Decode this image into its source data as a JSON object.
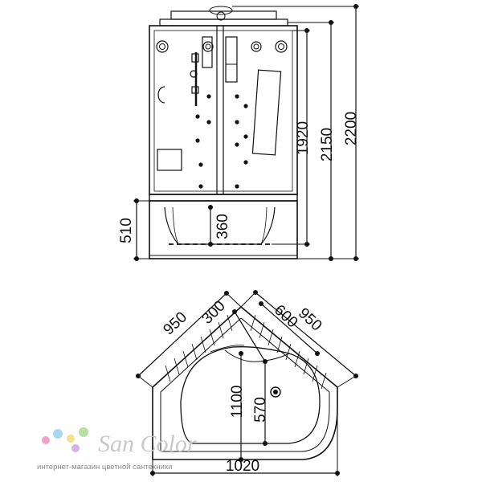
{
  "front_view": {
    "dim_total_height": "2200",
    "dim_height_2150": "2150",
    "dim_height_1920": "1920",
    "dim_tray_height": "510",
    "dim_tray_depth": "360"
  },
  "top_view": {
    "dim_side_left": "950",
    "dim_side_right": "950",
    "dim_inner_left": "300",
    "dim_inner_right": "600",
    "dim_depth": "1100",
    "dim_drain": "570",
    "dim_width": "1020"
  },
  "watermark": {
    "brand": "San Color",
    "tagline": "интернет-магазин цветной сантехники",
    "dot_colors": [
      "#f3a0c8",
      "#a8d8f0",
      "#f7e08a",
      "#b8e0a0",
      "#d7b0e8"
    ]
  }
}
